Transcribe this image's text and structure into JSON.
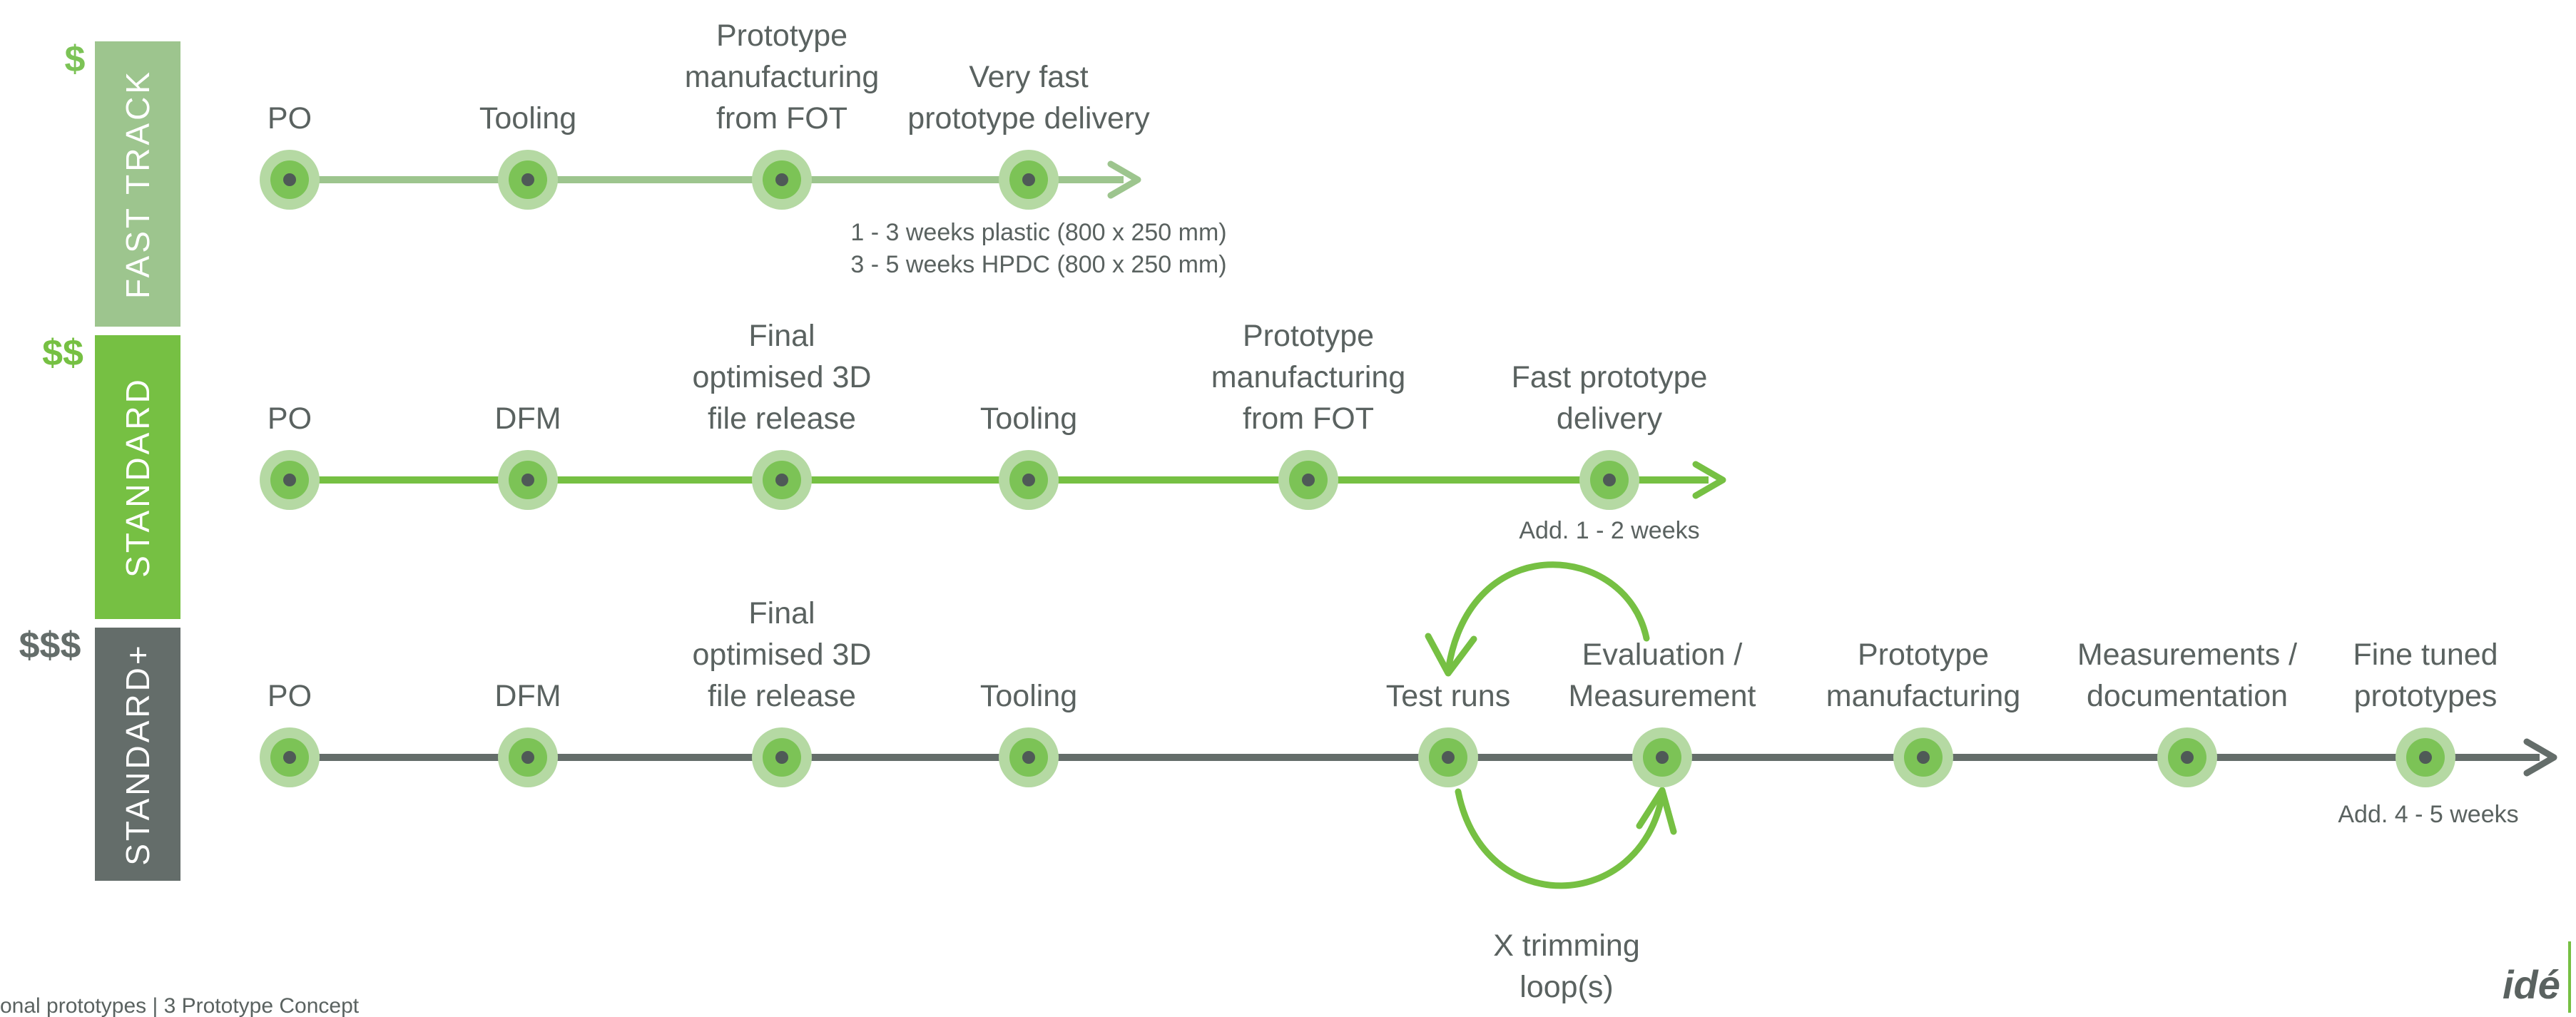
{
  "colors": {
    "fast": "#9dc58e",
    "standard": "#76c043",
    "standard_plus": "#646d6a",
    "node_outer": "#b5d9a3",
    "node_inner": "#7cc356",
    "node_dot": "#4f5a57",
    "loop": "#76c043",
    "text": "#5a6260"
  },
  "tracks": [
    {
      "name": "FAST TRACK",
      "price": "$",
      "milestones": [
        [
          "PO"
        ],
        [
          "Tooling"
        ],
        [
          "Prototype",
          "manufacturing",
          "from FOT"
        ],
        [
          "Very fast",
          "prototype delivery"
        ]
      ],
      "notes": [
        "1 - 3 weeks plastic (800 x 250 mm)",
        "3 - 5 weeks HPDC (800 x 250 mm)"
      ]
    },
    {
      "name": "STANDARD",
      "price": "$$",
      "milestones": [
        [
          "PO"
        ],
        [
          "DFM"
        ],
        [
          "Final",
          "optimised 3D",
          "file release"
        ],
        [
          "Tooling"
        ],
        [
          "Prototype",
          "manufacturing",
          "from FOT"
        ],
        [
          "Fast prototype",
          "delivery"
        ]
      ],
      "notes": [
        "Add. 1 - 2 weeks"
      ]
    },
    {
      "name": "STANDARD+",
      "price": "$$$",
      "milestones": [
        [
          "PO"
        ],
        [
          "DFM"
        ],
        [
          "Final",
          "optimised 3D",
          "file release"
        ],
        [
          "Tooling"
        ],
        [
          "Test runs"
        ],
        [
          "Evaluation /",
          "Measurement"
        ],
        [
          "Prototype",
          "manufacturing"
        ],
        [
          "Measurements /",
          "documentation"
        ],
        [
          "Fine tuned",
          "prototypes"
        ]
      ],
      "notes": [
        "Add. 4 - 5 weeks"
      ]
    }
  ],
  "loop_label": [
    "X trimming",
    "loop(s)"
  ],
  "footer": "onal prototypes | 3 Prototype Concept",
  "logo_text": "idé",
  "icons": {
    "arrowhead": "arrowhead-icon",
    "loop_arrow": "loop-arrow-icon",
    "node": "milestone-node-icon"
  }
}
